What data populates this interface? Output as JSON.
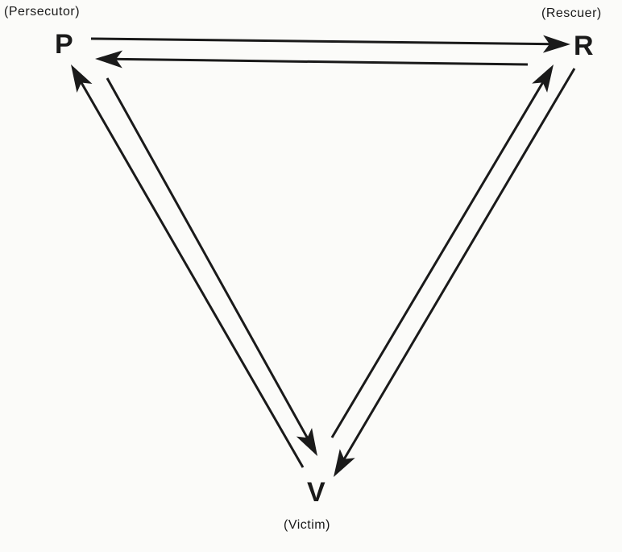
{
  "nodes": {
    "persecutor": {
      "letter": "P",
      "label": "(Persecutor)"
    },
    "rescuer": {
      "letter": "R",
      "label": "(Rescuer)"
    },
    "victim": {
      "letter": "V",
      "label": "(Victim)"
    }
  },
  "edges": [
    {
      "from": "P",
      "to": "R"
    },
    {
      "from": "R",
      "to": "P"
    },
    {
      "from": "V",
      "to": "P"
    },
    {
      "from": "P",
      "to": "V"
    },
    {
      "from": "V",
      "to": "R"
    },
    {
      "from": "R",
      "to": "V"
    }
  ],
  "colors": {
    "ink": "#1a1a1a",
    "background": "#fbfbf9"
  }
}
